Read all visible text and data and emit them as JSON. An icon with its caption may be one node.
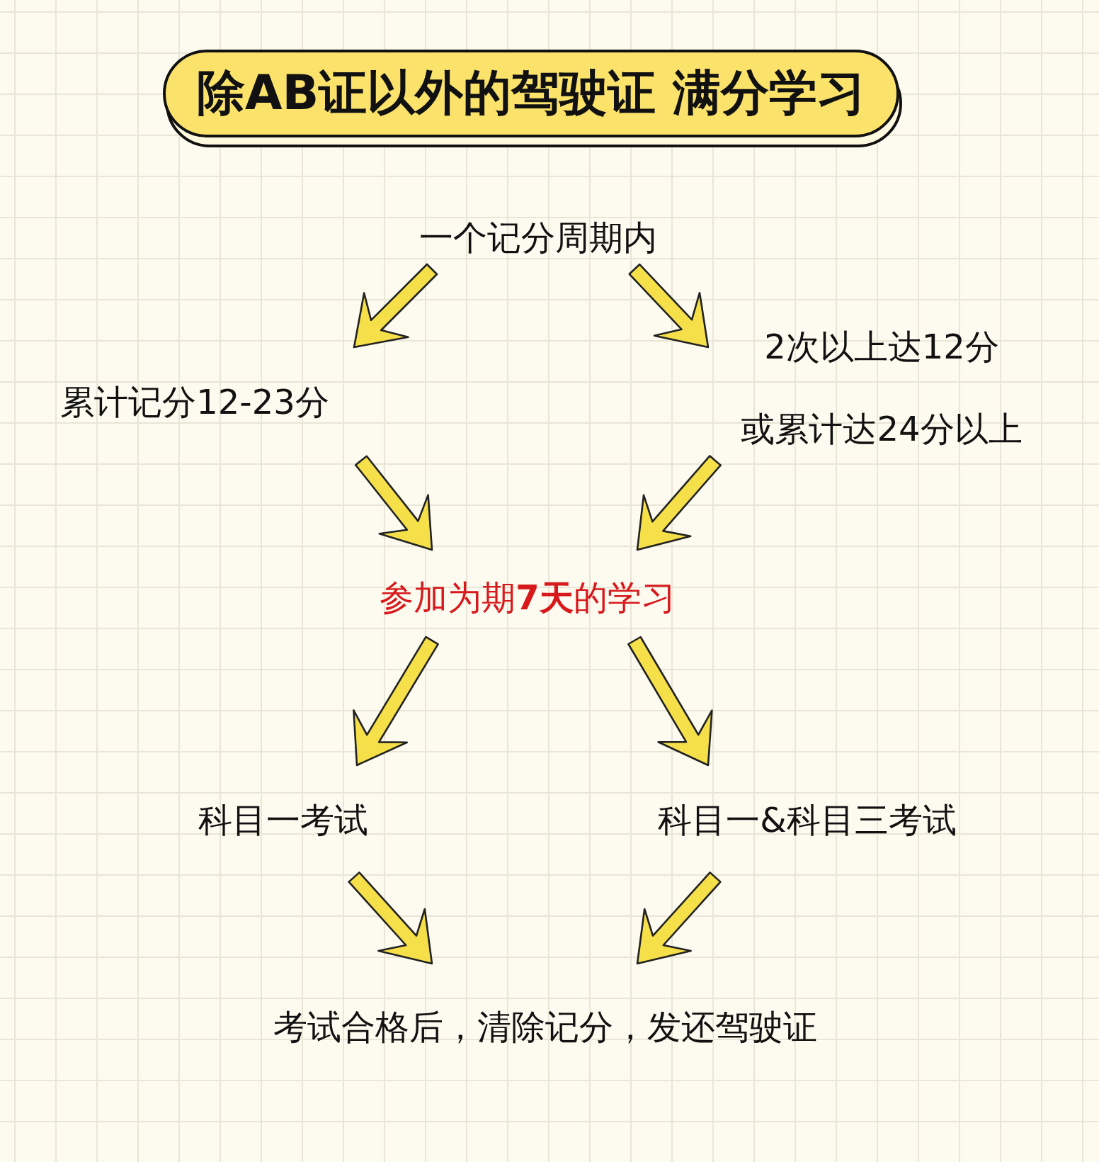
{
  "diagram": {
    "title": "除AB证以外的驾驶证 满分学习",
    "nodes": [
      {
        "text": [
          "一个记分周期内"
        ]
      },
      {
        "text": [
          "累计记分12-23分"
        ]
      },
      {
        "text": [
          "2次以上达12分",
          "或累计达24分以上"
        ]
      },
      {
        "text": [
          "参加为期**7天**的学习"
        ]
      },
      {
        "text": [
          "科目一考试"
        ]
      },
      {
        "text": [
          "科目一&科目三考试"
        ]
      },
      {
        "text": [
          "考试合格后，清除记分，发还驾驶证"
        ]
      }
    ],
    "edges": [
      {
        "from": 0,
        "to": 1,
        "arrow": "to"
      },
      {
        "from": 0,
        "to": 2,
        "arrow": "to"
      },
      {
        "from": 1,
        "to": 3,
        "arrow": "to"
      },
      {
        "from": 2,
        "to": 3,
        "arrow": "to"
      },
      {
        "from": 3,
        "to": 4,
        "arrow": "to"
      },
      {
        "from": 3,
        "to": 5,
        "arrow": "to"
      },
      {
        "from": 4,
        "to": 6,
        "arrow": "to"
      },
      {
        "from": 5,
        "to": 6,
        "arrow": "to"
      }
    ]
  }
}
